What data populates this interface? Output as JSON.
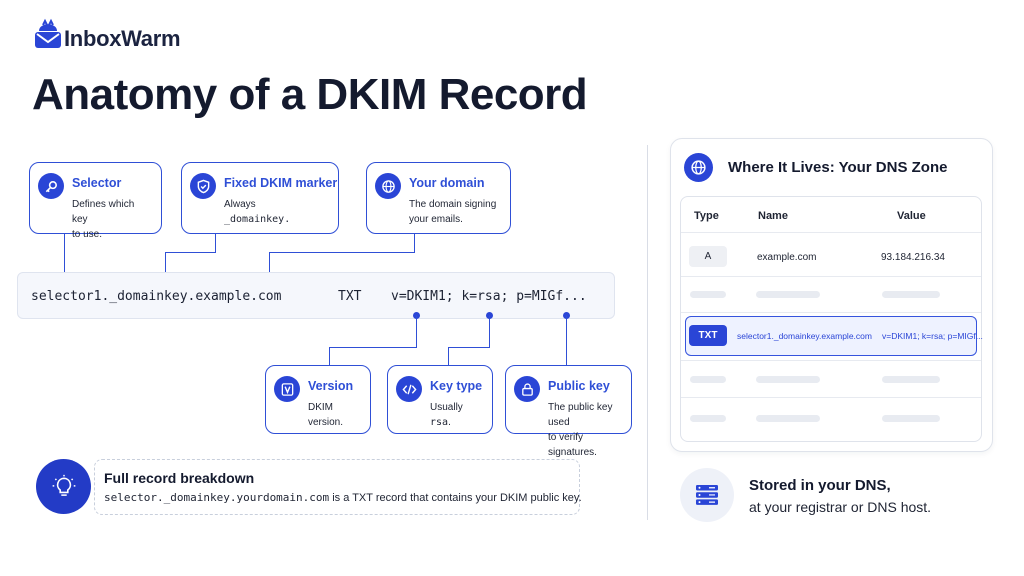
{
  "brand": {
    "name": "InboxWarm",
    "color": "#2a45d6"
  },
  "title": "Anatomy of a DKIM Record",
  "record": {
    "name": "selector1._domainkey.example.com",
    "type": "TXT",
    "value": "v=DKIM1; k=rsa; p=MIGf..."
  },
  "callouts_top": [
    {
      "icon": "key-icon",
      "title": "Selector",
      "desc": [
        "Defines which key",
        "to use."
      ]
    },
    {
      "icon": "shield-check-icon",
      "title": "Fixed DKIM marker",
      "desc": [
        "Always",
        "_domainkey."
      ]
    },
    {
      "icon": "globe-icon",
      "title": "Your domain",
      "desc": [
        "The domain signing",
        "your emails."
      ]
    }
  ],
  "callouts_bottom": [
    {
      "icon": "version-v-icon",
      "title": "Version",
      "desc": [
        "DKIM version."
      ]
    },
    {
      "icon": "code-icon",
      "title": "Key type",
      "desc_prefix": "Usually ",
      "desc_code": "rsa",
      "desc_suffix": "."
    },
    {
      "icon": "lock-icon",
      "title": "Public key",
      "desc": [
        "The public key used",
        "to verify signatures."
      ]
    }
  ],
  "breakdown": {
    "icon": "lightbulb-icon",
    "title": "Full record breakdown",
    "code": "selector._domainkey.yourdomain.com",
    "text": " is a TXT record that contains your DKIM public key."
  },
  "dns_zone": {
    "icon": "globe-icon",
    "title": "Where It Lives: Your DNS Zone",
    "columns": [
      "Type",
      "Name",
      "Value"
    ],
    "rows": [
      {
        "type": "A",
        "name": "example.com",
        "value": "93.184.216.34"
      },
      {
        "type": "TXT",
        "name": "selector1._domainkey.example.com",
        "value": "v=DKIM1; k=rsa; p=MIGf...",
        "highlighted": true
      }
    ]
  },
  "stored": {
    "icon": "server-icon",
    "line1": "Stored in your DNS,",
    "line2": "at your registrar or DNS host."
  }
}
